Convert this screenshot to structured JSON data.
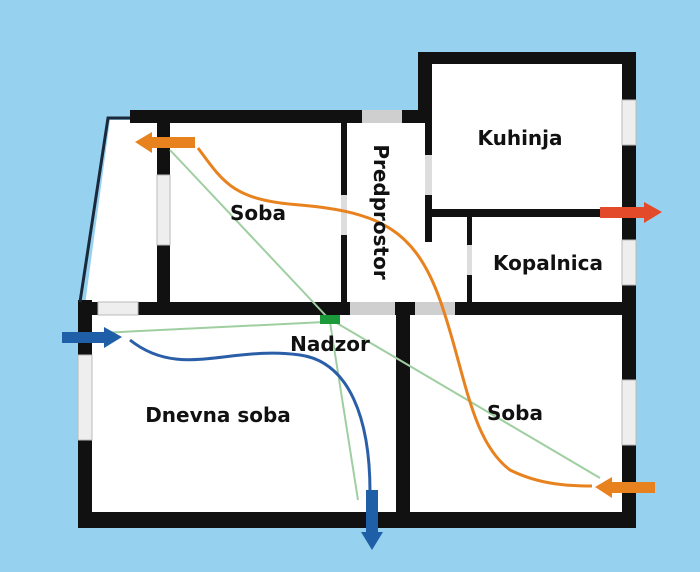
{
  "rooms": {
    "kitchen": "Kuhinja",
    "room_top": "Soba",
    "hallway": "Predprostor",
    "bathroom": "Kopalnica",
    "sensor": "Nadzor",
    "living_room": "Dnevna soba",
    "room_right": "Soba"
  },
  "colors": {
    "background": "#97d1f0",
    "wall": "#111111",
    "airflow_exhaust": "#e8821e",
    "airflow_intake": "#1f5fa8",
    "exhaust_out": "#e24a2a",
    "sensor": "#1a9a3a",
    "sensor_lines": "#9fcfa0"
  }
}
